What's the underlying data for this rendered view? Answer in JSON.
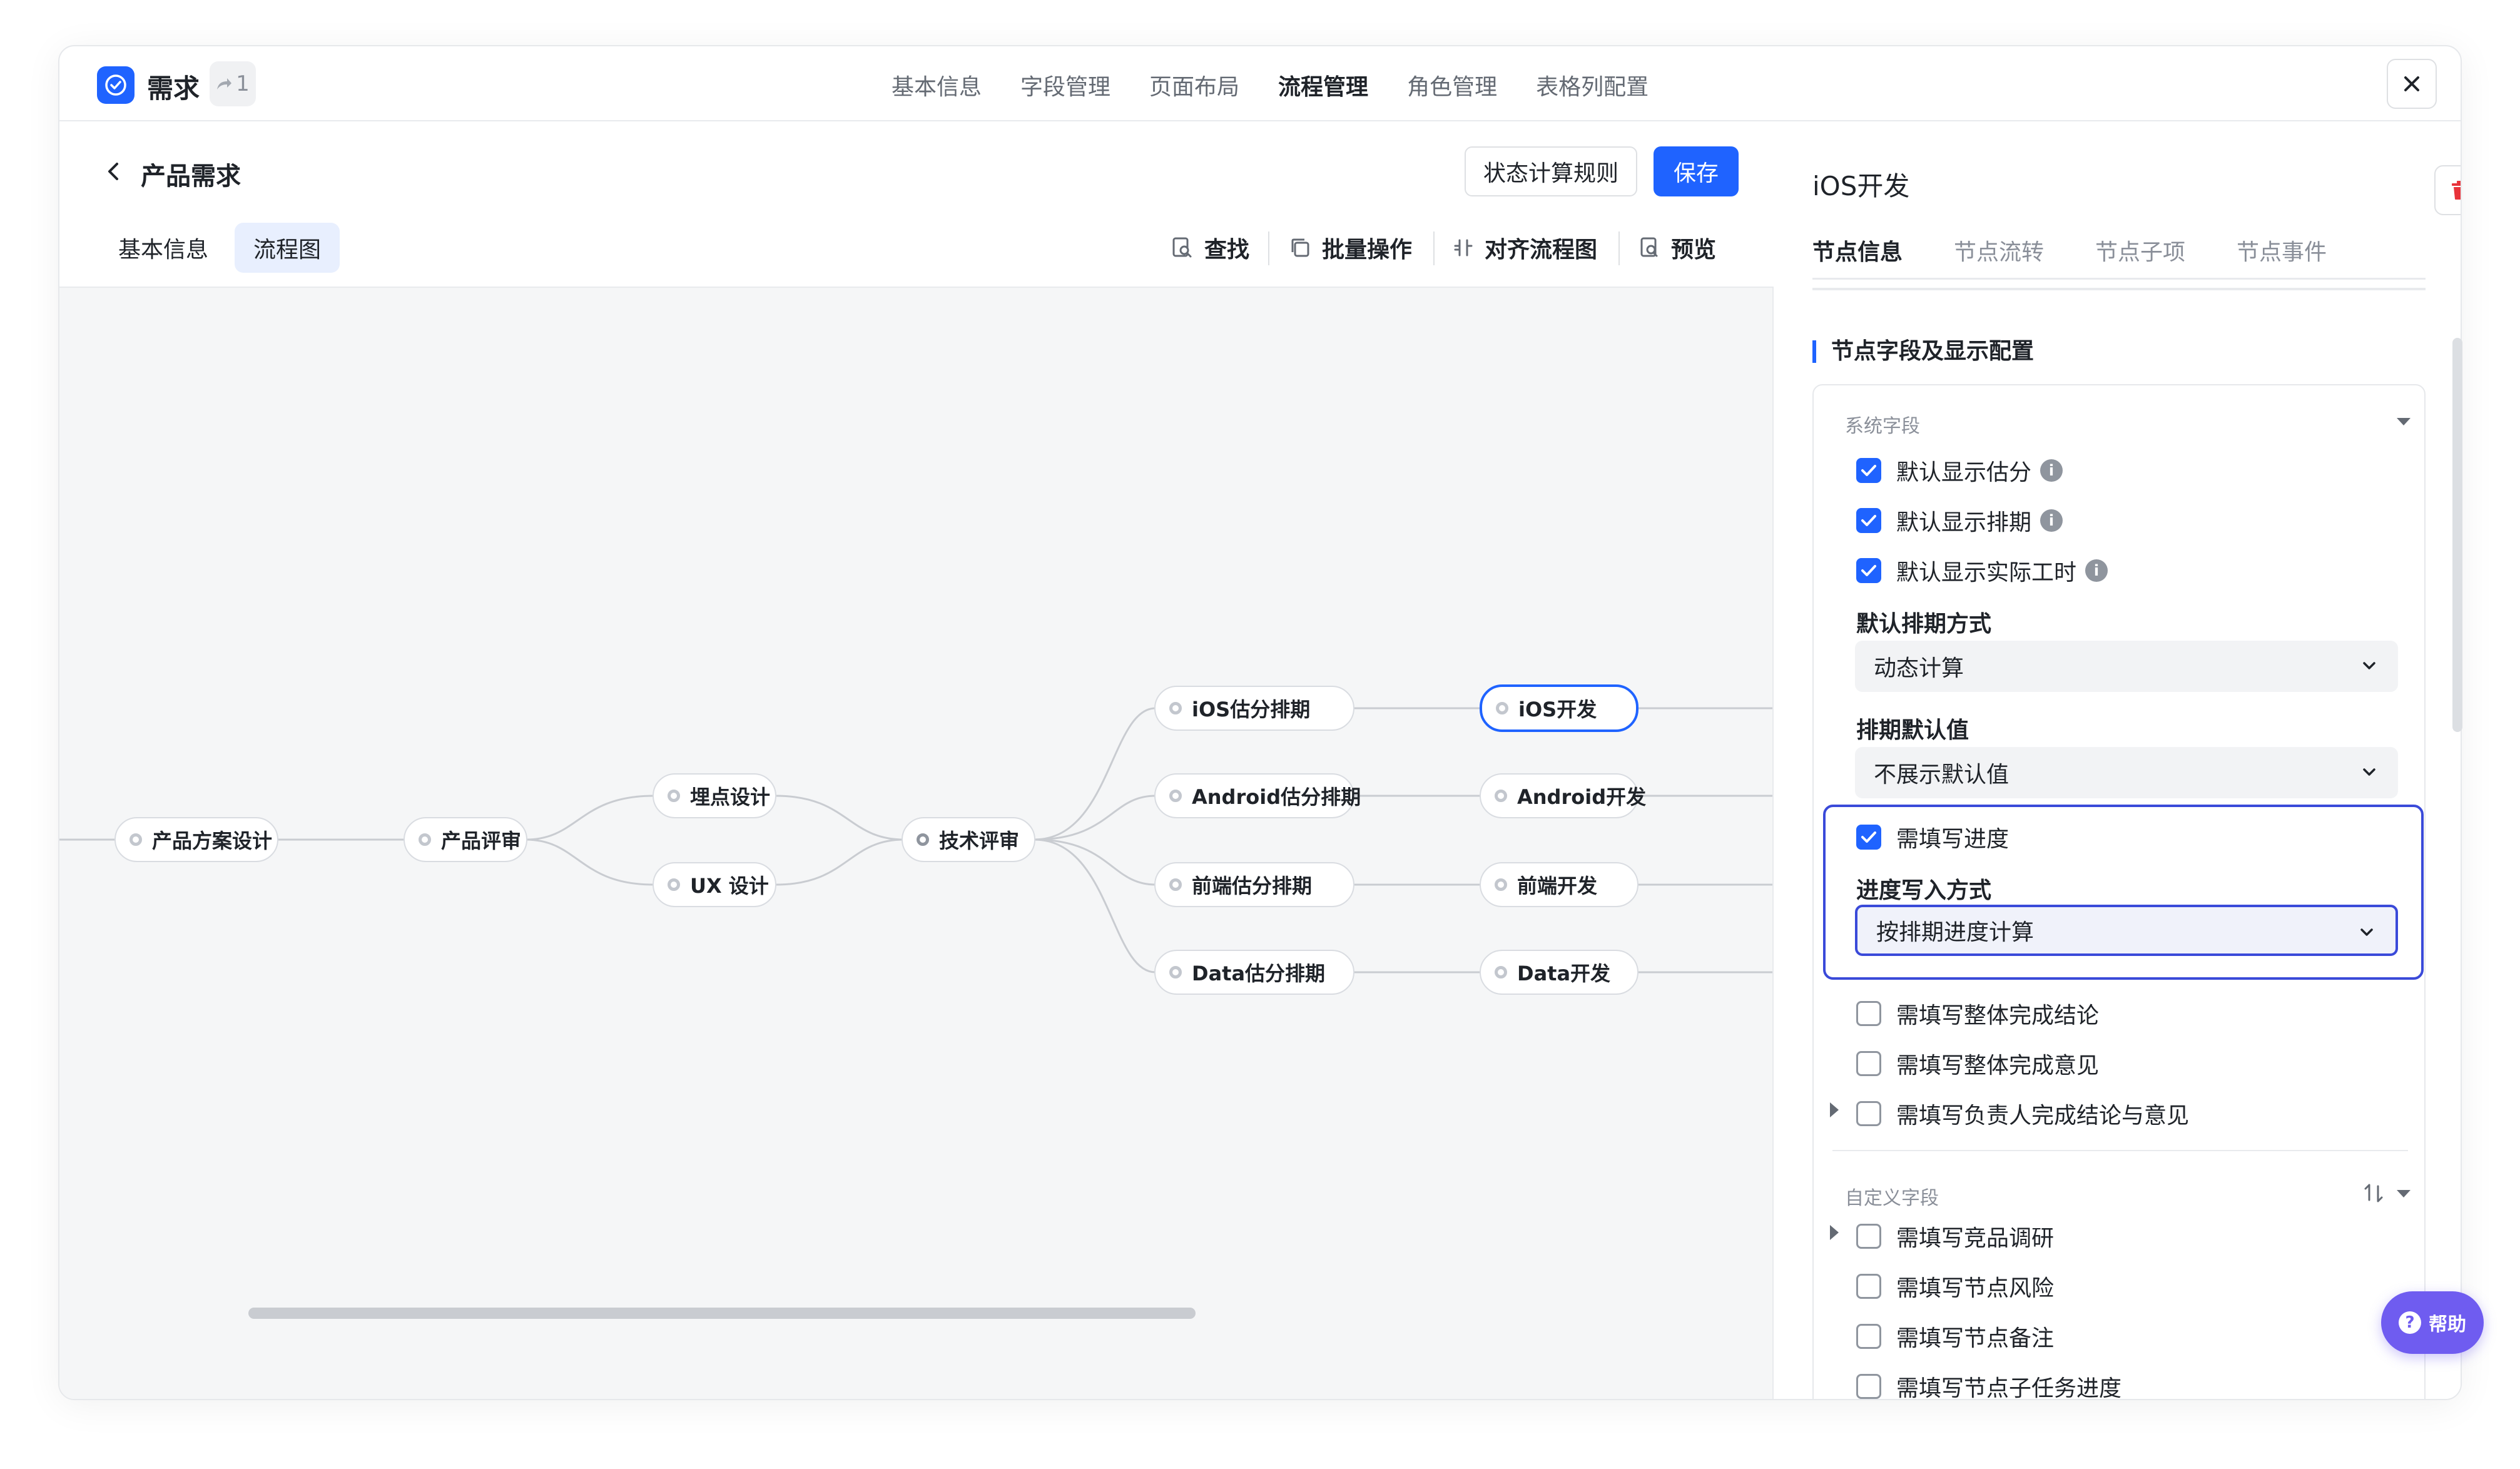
{
  "header": {
    "app_title": "需求",
    "share_count": "1",
    "tabs": [
      {
        "label": "基本信息",
        "active": false
      },
      {
        "label": "字段管理",
        "active": false
      },
      {
        "label": "页面布局",
        "active": false
      },
      {
        "label": "流程管理",
        "active": true
      },
      {
        "label": "角色管理",
        "active": false
      },
      {
        "label": "表格列配置",
        "active": false
      }
    ]
  },
  "editor": {
    "title": "产品需求",
    "status_rule_button": "状态计算规则",
    "save_button": "保存",
    "subtabs": [
      {
        "label": "基本信息",
        "active": false
      },
      {
        "label": "流程图",
        "active": true
      }
    ],
    "toolbar": {
      "find": "查找",
      "batch": "批量操作",
      "align": "对齐流程图",
      "preview": "预览"
    }
  },
  "flow": {
    "nodes": {
      "product_plan": "产品方案设计",
      "product_review": "产品评审",
      "tracking_design": "埋点设计",
      "ux_design": "UX 设计",
      "tech_review": "技术评审",
      "ios_estimate": "iOS估分排期",
      "android_estimate": "Android估分排期",
      "frontend_estimate": "前端估分排期",
      "data_estimate": "Data估分排期",
      "ios_dev": "iOS开发",
      "android_dev": "Android开发",
      "frontend_dev": "前端开发",
      "data_dev": "Data开发"
    },
    "selected_node": "iOS开发"
  },
  "panel": {
    "title": "iOS开发",
    "tabs": [
      {
        "label": "节点信息",
        "active": true
      },
      {
        "label": "节点流转",
        "active": false
      },
      {
        "label": "节点子项",
        "active": false
      },
      {
        "label": "节点事件",
        "active": false
      }
    ],
    "section_title": "节点字段及显示配置",
    "system_group_label": "系统字段",
    "system_fields": [
      {
        "label": "默认显示估分",
        "checked": true,
        "info": true
      },
      {
        "label": "默认显示排期",
        "checked": true,
        "info": true
      },
      {
        "label": "默认显示实际工时",
        "checked": true,
        "info": true
      }
    ],
    "schedule_mode_label": "默认排期方式",
    "schedule_mode_value": "动态计算",
    "schedule_default_label": "排期默认值",
    "schedule_default_value": "不展示默认值",
    "progress_required_label": "需填写进度",
    "progress_required_checked": true,
    "progress_mode_label": "进度写入方式",
    "progress_mode_value": "按排期进度计算",
    "more_fields": [
      {
        "label": "需填写整体完成结论",
        "checked": false
      },
      {
        "label": "需填写整体完成意见",
        "checked": false
      },
      {
        "label": "需填写负责人完成结论与意见",
        "checked": false,
        "expandable": true
      }
    ],
    "custom_group_label": "自定义字段",
    "custom_fields": [
      {
        "label": "需填写竞品调研",
        "checked": false,
        "expandable": true
      },
      {
        "label": "需填写节点风险",
        "checked": false
      },
      {
        "label": "需填写节点备注",
        "checked": false
      },
      {
        "label": "需填写节点子任务进度",
        "checked": false
      }
    ]
  },
  "help_button": "帮助",
  "colors": {
    "accent": "#1f63ff",
    "highlight_border": "#3a4ad9",
    "help_bg": "#6f5cf0",
    "danger": "#e8333a"
  }
}
